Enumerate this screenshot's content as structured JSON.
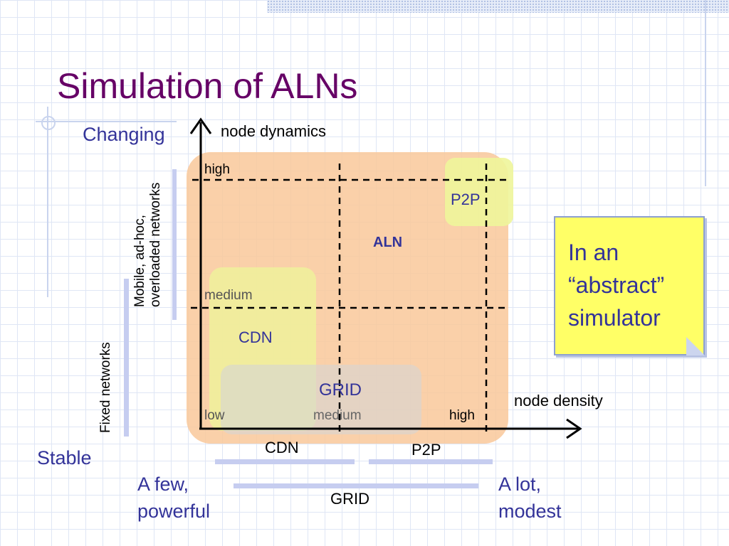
{
  "slide": {
    "title": "Simulation of ALNs"
  },
  "y_axis": {
    "top_label": "Changing",
    "bottom_label": "Stable",
    "axis_title": "node dynamics",
    "mobile_label": "Mobile, ad-hoc,\noverloaded networks",
    "mobile_label_line1": "Mobile, ad-hoc,",
    "mobile_label_line2": "overloaded networks",
    "fixed_label": "Fixed networks",
    "levels": [
      "high",
      "medium"
    ]
  },
  "x_axis": {
    "axis_title": "node density",
    "levels": [
      "low",
      "medium",
      "high"
    ],
    "left_label_line1": "A few,",
    "left_label_line2": "powerful",
    "right_label_line1": "A lot,",
    "right_label_line2": "modest",
    "cdn_range": "CDN",
    "p2p_range": "P2P",
    "grid_range": "GRID"
  },
  "regions": {
    "aln": "ALN",
    "p2p": "P2P",
    "cdn": "CDN",
    "grid": "GRID"
  },
  "callout": {
    "line1": "In an",
    "line2": "“abstract”",
    "line3": "simulator"
  },
  "colors": {
    "title": "#660066",
    "text_blue": "#333399",
    "aln_region": "#f9c89a",
    "p2p_region": "#eef59a",
    "cdn_region": "#eef59a",
    "grid_region": "#d6d6d6",
    "bars": "#c6cdf0",
    "callout_fill": "#ffff66"
  }
}
